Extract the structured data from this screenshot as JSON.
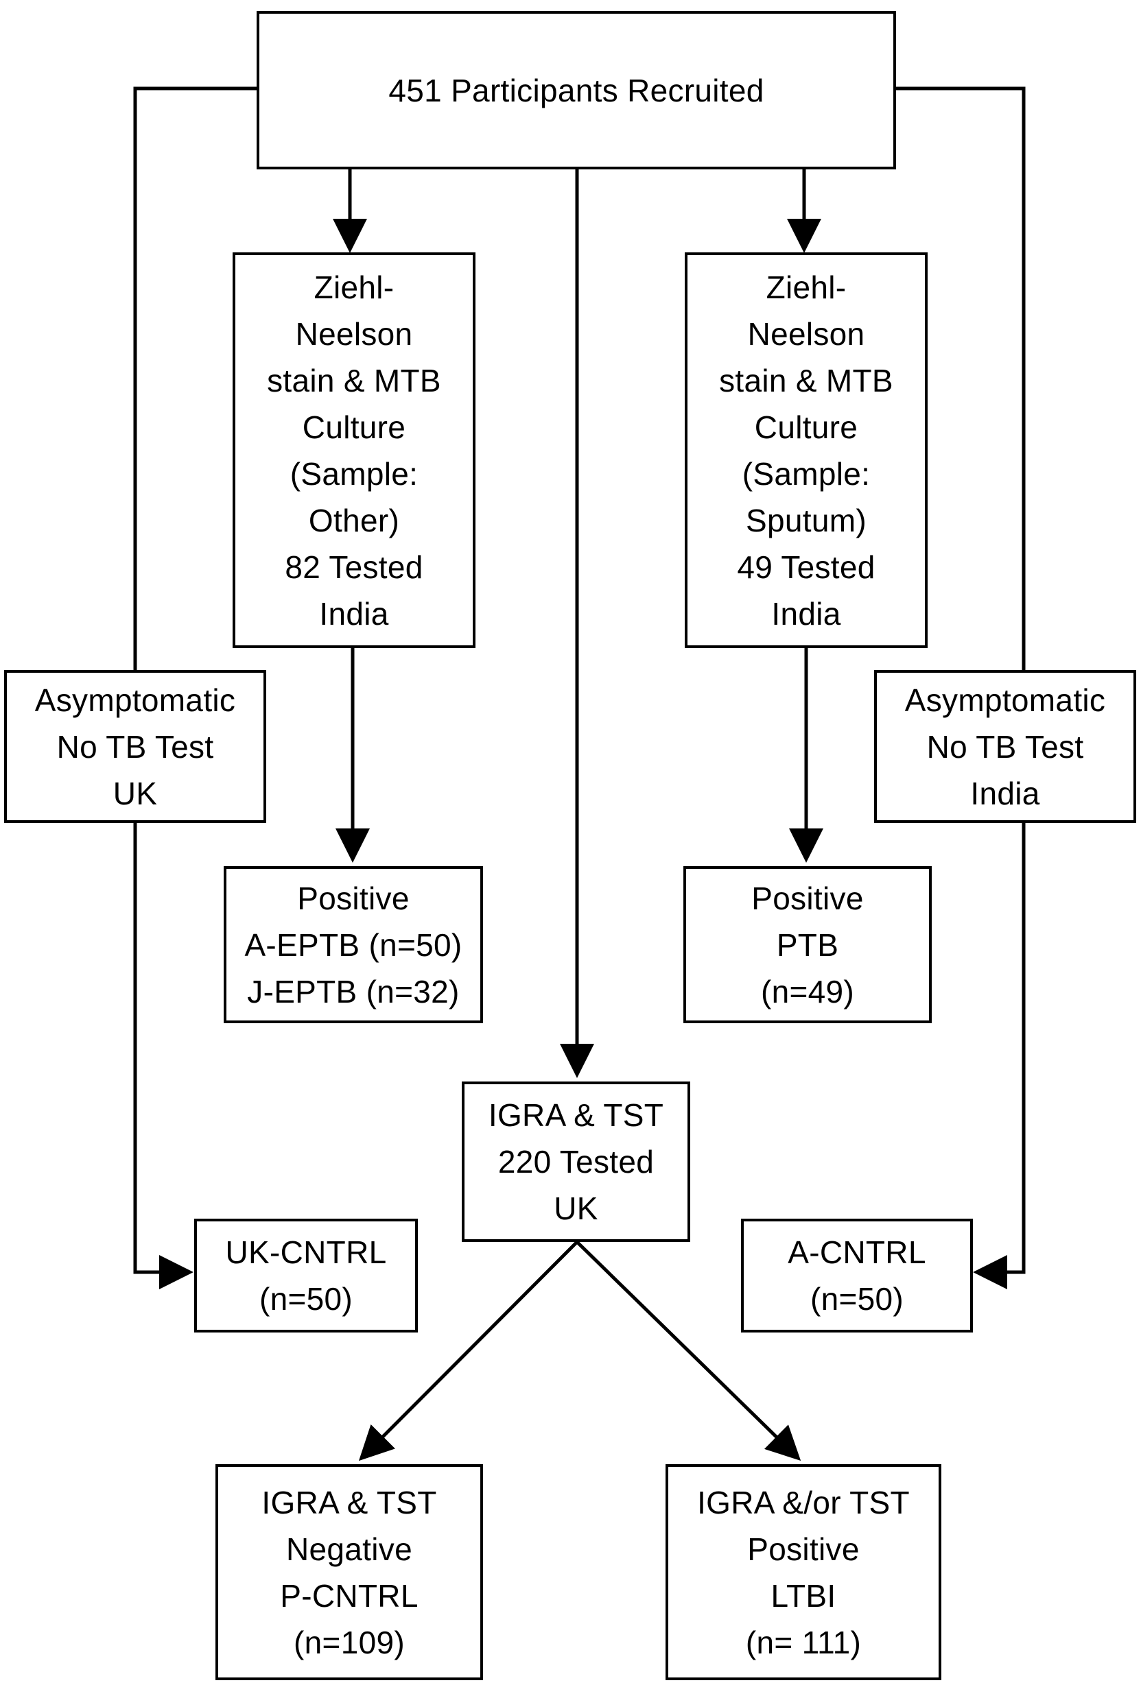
{
  "diagram": {
    "type": "flowchart",
    "boxes": {
      "recruited": "451 Participants Recruited",
      "zn_other": "Ziehl-\nNeelson\nstain & MTB\nCulture\n(Sample:\nOther)\n82 Tested\nIndia",
      "zn_sputum": "Ziehl-\nNeelson\nstain & MTB\nCulture\n(Sample:\nSputum)\n49 Tested\nIndia",
      "asymptomatic_uk": "Asymptomatic\nNo TB Test\nUK",
      "asymptomatic_india": "Asymptomatic\nNo TB Test\nIndia",
      "positive_eptb": "Positive\nA-EPTB (n=50)\nJ-EPTB (n=32)",
      "positive_ptb": "Positive\nPTB\n(n=49)",
      "igra_tst": "IGRA & TST\n220 Tested\nUK",
      "uk_cntrl": "UK-CNTRL\n(n=50)",
      "a_cntrl": "A-CNTRL\n(n=50)",
      "igra_negative": "IGRA & TST\nNegative\nP-CNTRL\n(n=109)",
      "igra_positive": "IGRA &/or TST\nPositive\nLTBI\n(n= 111)"
    },
    "colors": {
      "line": "#000000",
      "box_border": "#000000",
      "box_fill": "#ffffff",
      "text": "#000000"
    }
  }
}
